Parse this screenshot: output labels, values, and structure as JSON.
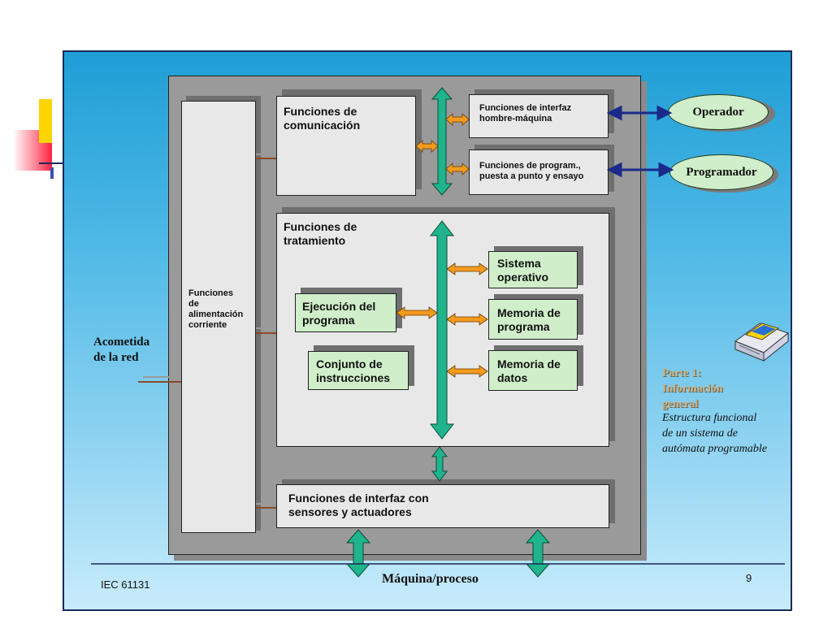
{
  "slide": {
    "blocks": {
      "comunicacion": "Funciones de\ncomunicación",
      "interfaz_hm": "Funciones de interfaz\nhombre-máquina",
      "programacion": "Funciones de program.,\npuesta a punto y ensayo",
      "tratamiento": "Funciones de\ntratamiento",
      "alimentacion": "Funciones\nde\nalimentación\ncorriente",
      "sistema_operativo": "Sistema\noperativo",
      "ejecucion": "Ejecución del\nprograma",
      "memoria_programa": "Memoria de\nprograma",
      "conjunto": "Conjunto de\ninstrucciones",
      "memoria_datos": "Memoria de\ndatos",
      "interfaz_sensores": "Funciones de interfaz con\nsensores y actuadores"
    },
    "external": {
      "operador": "Operador",
      "programador": "Programador",
      "acometida": "Acometida\nde la red",
      "maquina": "Máquina/proceso"
    },
    "side": {
      "part_title": "Parte 1:\nInformación\ngeneral",
      "caption": "Estructura funcional\nde un sistema de\nautómata programable"
    },
    "footer": {
      "standard": "IEC 61131",
      "page": "9"
    },
    "icons": [
      "printer-icon"
    ],
    "colors": {
      "bus": "#1fb48c",
      "link_arrow": "#f39b1e",
      "external_arrow": "#1a2a8a",
      "background_top": "#1e9ed6",
      "background_bottom": "#c8ecfb"
    }
  }
}
